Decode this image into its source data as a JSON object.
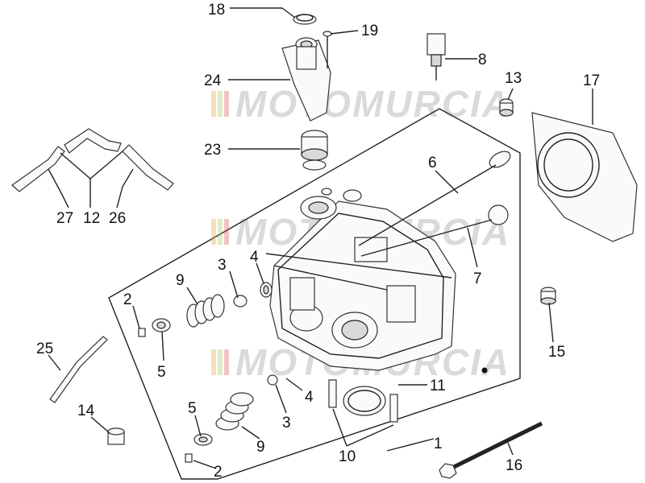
{
  "watermark": {
    "text": "MOTOMURCIA"
  },
  "callouts": [
    {
      "id": "18",
      "label": "18"
    },
    {
      "id": "19",
      "label": "19"
    },
    {
      "id": "8",
      "label": "8"
    },
    {
      "id": "24",
      "label": "24"
    },
    {
      "id": "13",
      "label": "13"
    },
    {
      "id": "17",
      "label": "17"
    },
    {
      "id": "23",
      "label": "23"
    },
    {
      "id": "6",
      "label": "6"
    },
    {
      "id": "27",
      "label": "27"
    },
    {
      "id": "12",
      "label": "12"
    },
    {
      "id": "26",
      "label": "26"
    },
    {
      "id": "3a",
      "label": "3"
    },
    {
      "id": "4a",
      "label": "4"
    },
    {
      "id": "9a",
      "label": "9"
    },
    {
      "id": "7",
      "label": "7"
    },
    {
      "id": "2a",
      "label": "2"
    },
    {
      "id": "15",
      "label": "15"
    },
    {
      "id": "25",
      "label": "25"
    },
    {
      "id": "5a",
      "label": "5"
    },
    {
      "id": "11",
      "label": "11"
    },
    {
      "id": "4b",
      "label": "4"
    },
    {
      "id": "14",
      "label": "14"
    },
    {
      "id": "5b",
      "label": "5"
    },
    {
      "id": "3b",
      "label": "3"
    },
    {
      "id": "9b",
      "label": "9"
    },
    {
      "id": "1",
      "label": "1"
    },
    {
      "id": "10",
      "label": "10"
    },
    {
      "id": "2b",
      "label": "2"
    },
    {
      "id": "16",
      "label": "16"
    }
  ]
}
